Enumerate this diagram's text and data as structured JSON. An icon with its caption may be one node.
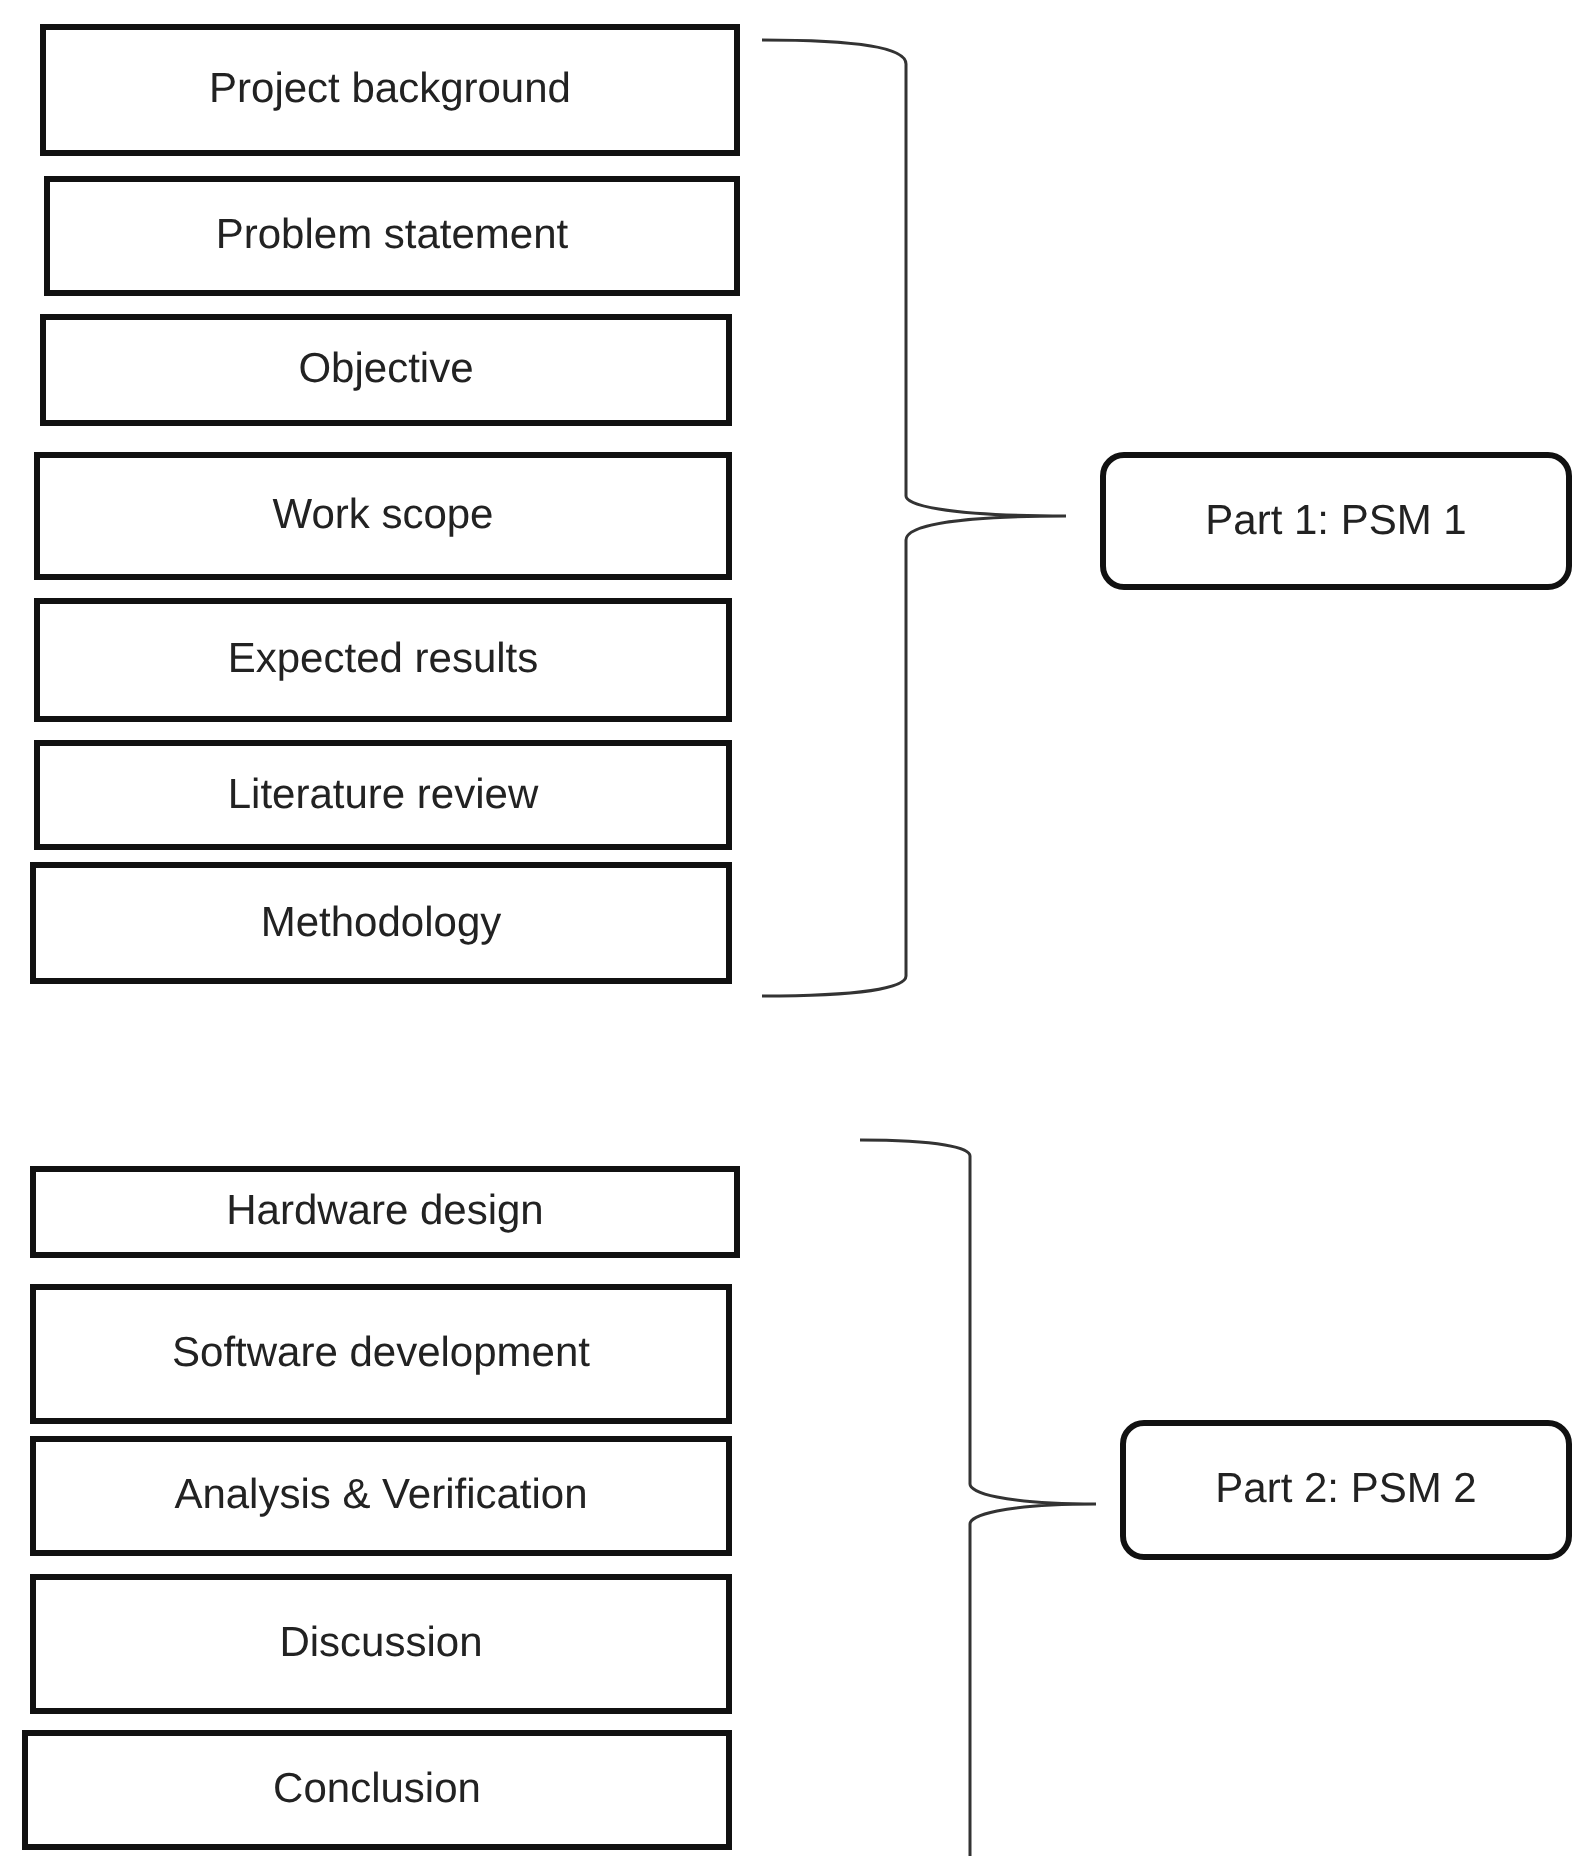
{
  "diagram": {
    "nodes": [
      {
        "text": [
          "Project background"
        ]
      },
      {
        "text": [
          "Problem statement"
        ]
      },
      {
        "text": [
          "Objective"
        ]
      },
      {
        "text": [
          "Work scope"
        ]
      },
      {
        "text": [
          "Expected results"
        ]
      },
      {
        "text": [
          "Literature review"
        ]
      },
      {
        "text": [
          "Methodology"
        ]
      },
      {
        "text": [
          "Part 1: PSM 1"
        ]
      },
      {
        "text": [
          "Hardware design"
        ]
      },
      {
        "text": [
          "Software development"
        ]
      },
      {
        "text": [
          "Analysis & Verification"
        ]
      },
      {
        "text": [
          "Discussion"
        ]
      },
      {
        "text": [
          "Conclusion"
        ]
      },
      {
        "text": [
          "Part 2: PSM 2"
        ]
      }
    ]
  }
}
